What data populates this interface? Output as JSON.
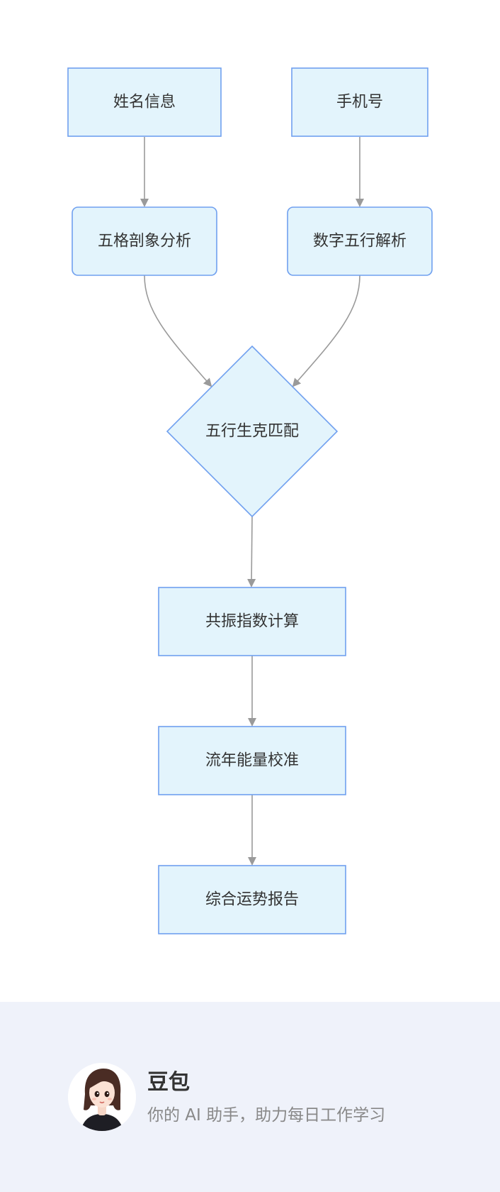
{
  "flowchart": {
    "nodes": {
      "name_info": "姓名信息",
      "phone_number": "手机号",
      "five_grid_analysis": "五格剖象分析",
      "digit_five_elements": "数字五行解析",
      "five_elements_match": "五行生克匹配",
      "resonance_index": "共振指数计算",
      "annual_energy": "流年能量校准",
      "fortune_report": "综合运势报告"
    }
  },
  "footer": {
    "brand_name": "豆包",
    "tagline": "你的 AI 助手，助力每日工作学习",
    "colors": {
      "background": "#eff2fa"
    }
  },
  "colors": {
    "node_fill": "#e3f4fc",
    "node_stroke": "#70a0ef",
    "edge": "#9a9a9a",
    "text": "#333333"
  }
}
